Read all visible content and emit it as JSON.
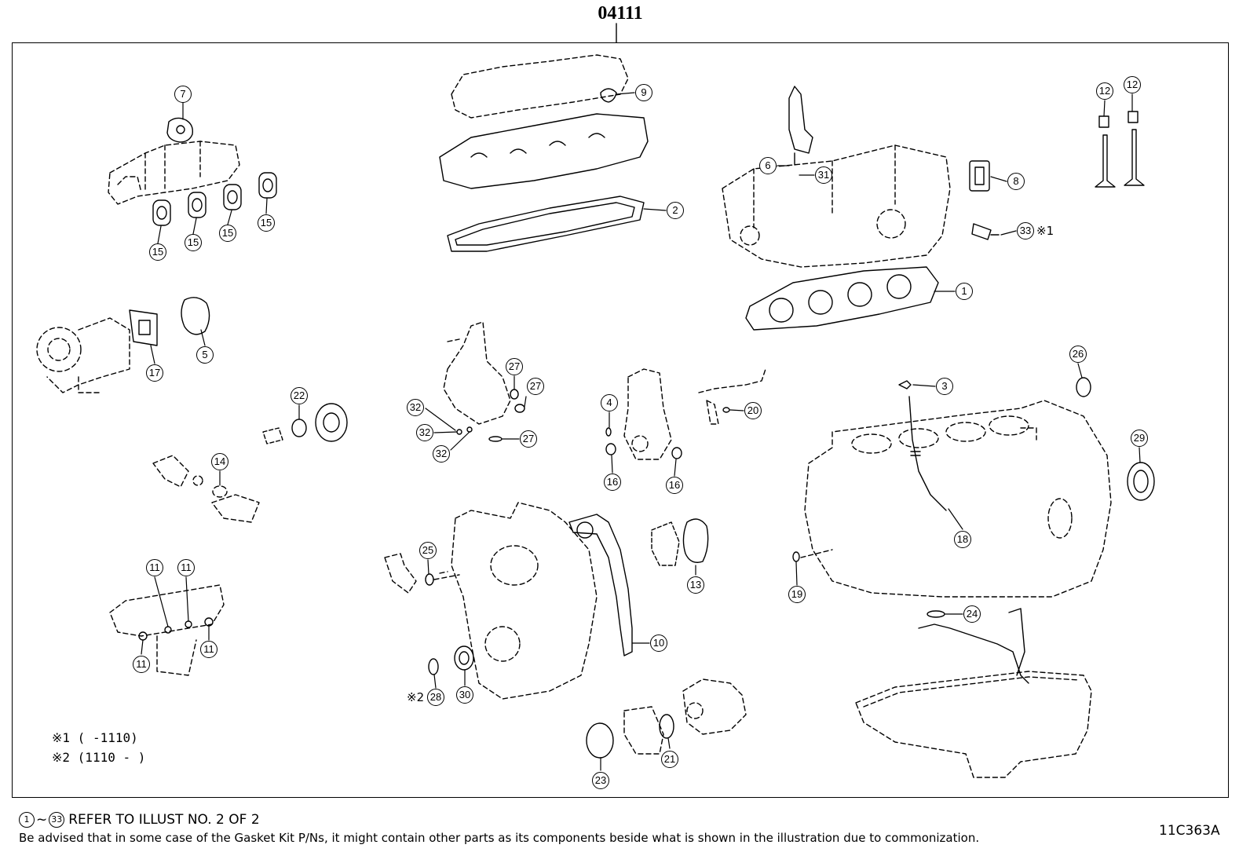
{
  "title": "04111",
  "footnotes": {
    "fn1": "※1 (      -1110)",
    "fn2": "※2 (1110 -      )"
  },
  "reference": {
    "start": "1",
    "tilde": "~",
    "end": "33",
    "text": "REFER TO ILLUST NO. 2 OF 2"
  },
  "disclaimer": "Be advised that in some case of the Gasket Kit P/Ns,  it might contain other parts as its components beside what is shown in the illustration due to commonization.",
  "illustration_code": "11C363A",
  "callouts": [
    {
      "id": "c7",
      "label": "7"
    },
    {
      "id": "c15a",
      "label": "15"
    },
    {
      "id": "c15b",
      "label": "15"
    },
    {
      "id": "c15c",
      "label": "15"
    },
    {
      "id": "c15d",
      "label": "15"
    },
    {
      "id": "c9",
      "label": "9"
    },
    {
      "id": "c2",
      "label": "2"
    },
    {
      "id": "c6",
      "label": "6"
    },
    {
      "id": "c31",
      "label": "31"
    },
    {
      "id": "c8",
      "label": "8"
    },
    {
      "id": "c33",
      "label": "33"
    },
    {
      "id": "c1",
      "label": "1"
    },
    {
      "id": "c12a",
      "label": "12"
    },
    {
      "id": "c12b",
      "label": "12"
    },
    {
      "id": "c17",
      "label": "17"
    },
    {
      "id": "c5",
      "label": "5"
    },
    {
      "id": "c22",
      "label": "22"
    },
    {
      "id": "c14",
      "label": "14"
    },
    {
      "id": "c27a",
      "label": "27"
    },
    {
      "id": "c27b",
      "label": "27"
    },
    {
      "id": "c27c",
      "label": "27"
    },
    {
      "id": "c32a",
      "label": "32"
    },
    {
      "id": "c32b",
      "label": "32"
    },
    {
      "id": "c32c",
      "label": "32"
    },
    {
      "id": "c4",
      "label": "4"
    },
    {
      "id": "c16a",
      "label": "16"
    },
    {
      "id": "c16b",
      "label": "16"
    },
    {
      "id": "c20",
      "label": "20"
    },
    {
      "id": "c3",
      "label": "3"
    },
    {
      "id": "c26",
      "label": "26"
    },
    {
      "id": "c29",
      "label": "29"
    },
    {
      "id": "c18",
      "label": "18"
    },
    {
      "id": "c19",
      "label": "19"
    },
    {
      "id": "c24",
      "label": "24"
    },
    {
      "id": "c25",
      "label": "25"
    },
    {
      "id": "c13",
      "label": "13"
    },
    {
      "id": "c10",
      "label": "10"
    },
    {
      "id": "c11a",
      "label": "11"
    },
    {
      "id": "c11b",
      "label": "11"
    },
    {
      "id": "c11c",
      "label": "11"
    },
    {
      "id": "c11d",
      "label": "11"
    },
    {
      "id": "c28",
      "label": "28"
    },
    {
      "id": "c30",
      "label": "30"
    },
    {
      "id": "c21",
      "label": "21"
    },
    {
      "id": "c23",
      "label": "23"
    }
  ],
  "callout_marks": {
    "c33": "※1",
    "c28": "※2"
  }
}
